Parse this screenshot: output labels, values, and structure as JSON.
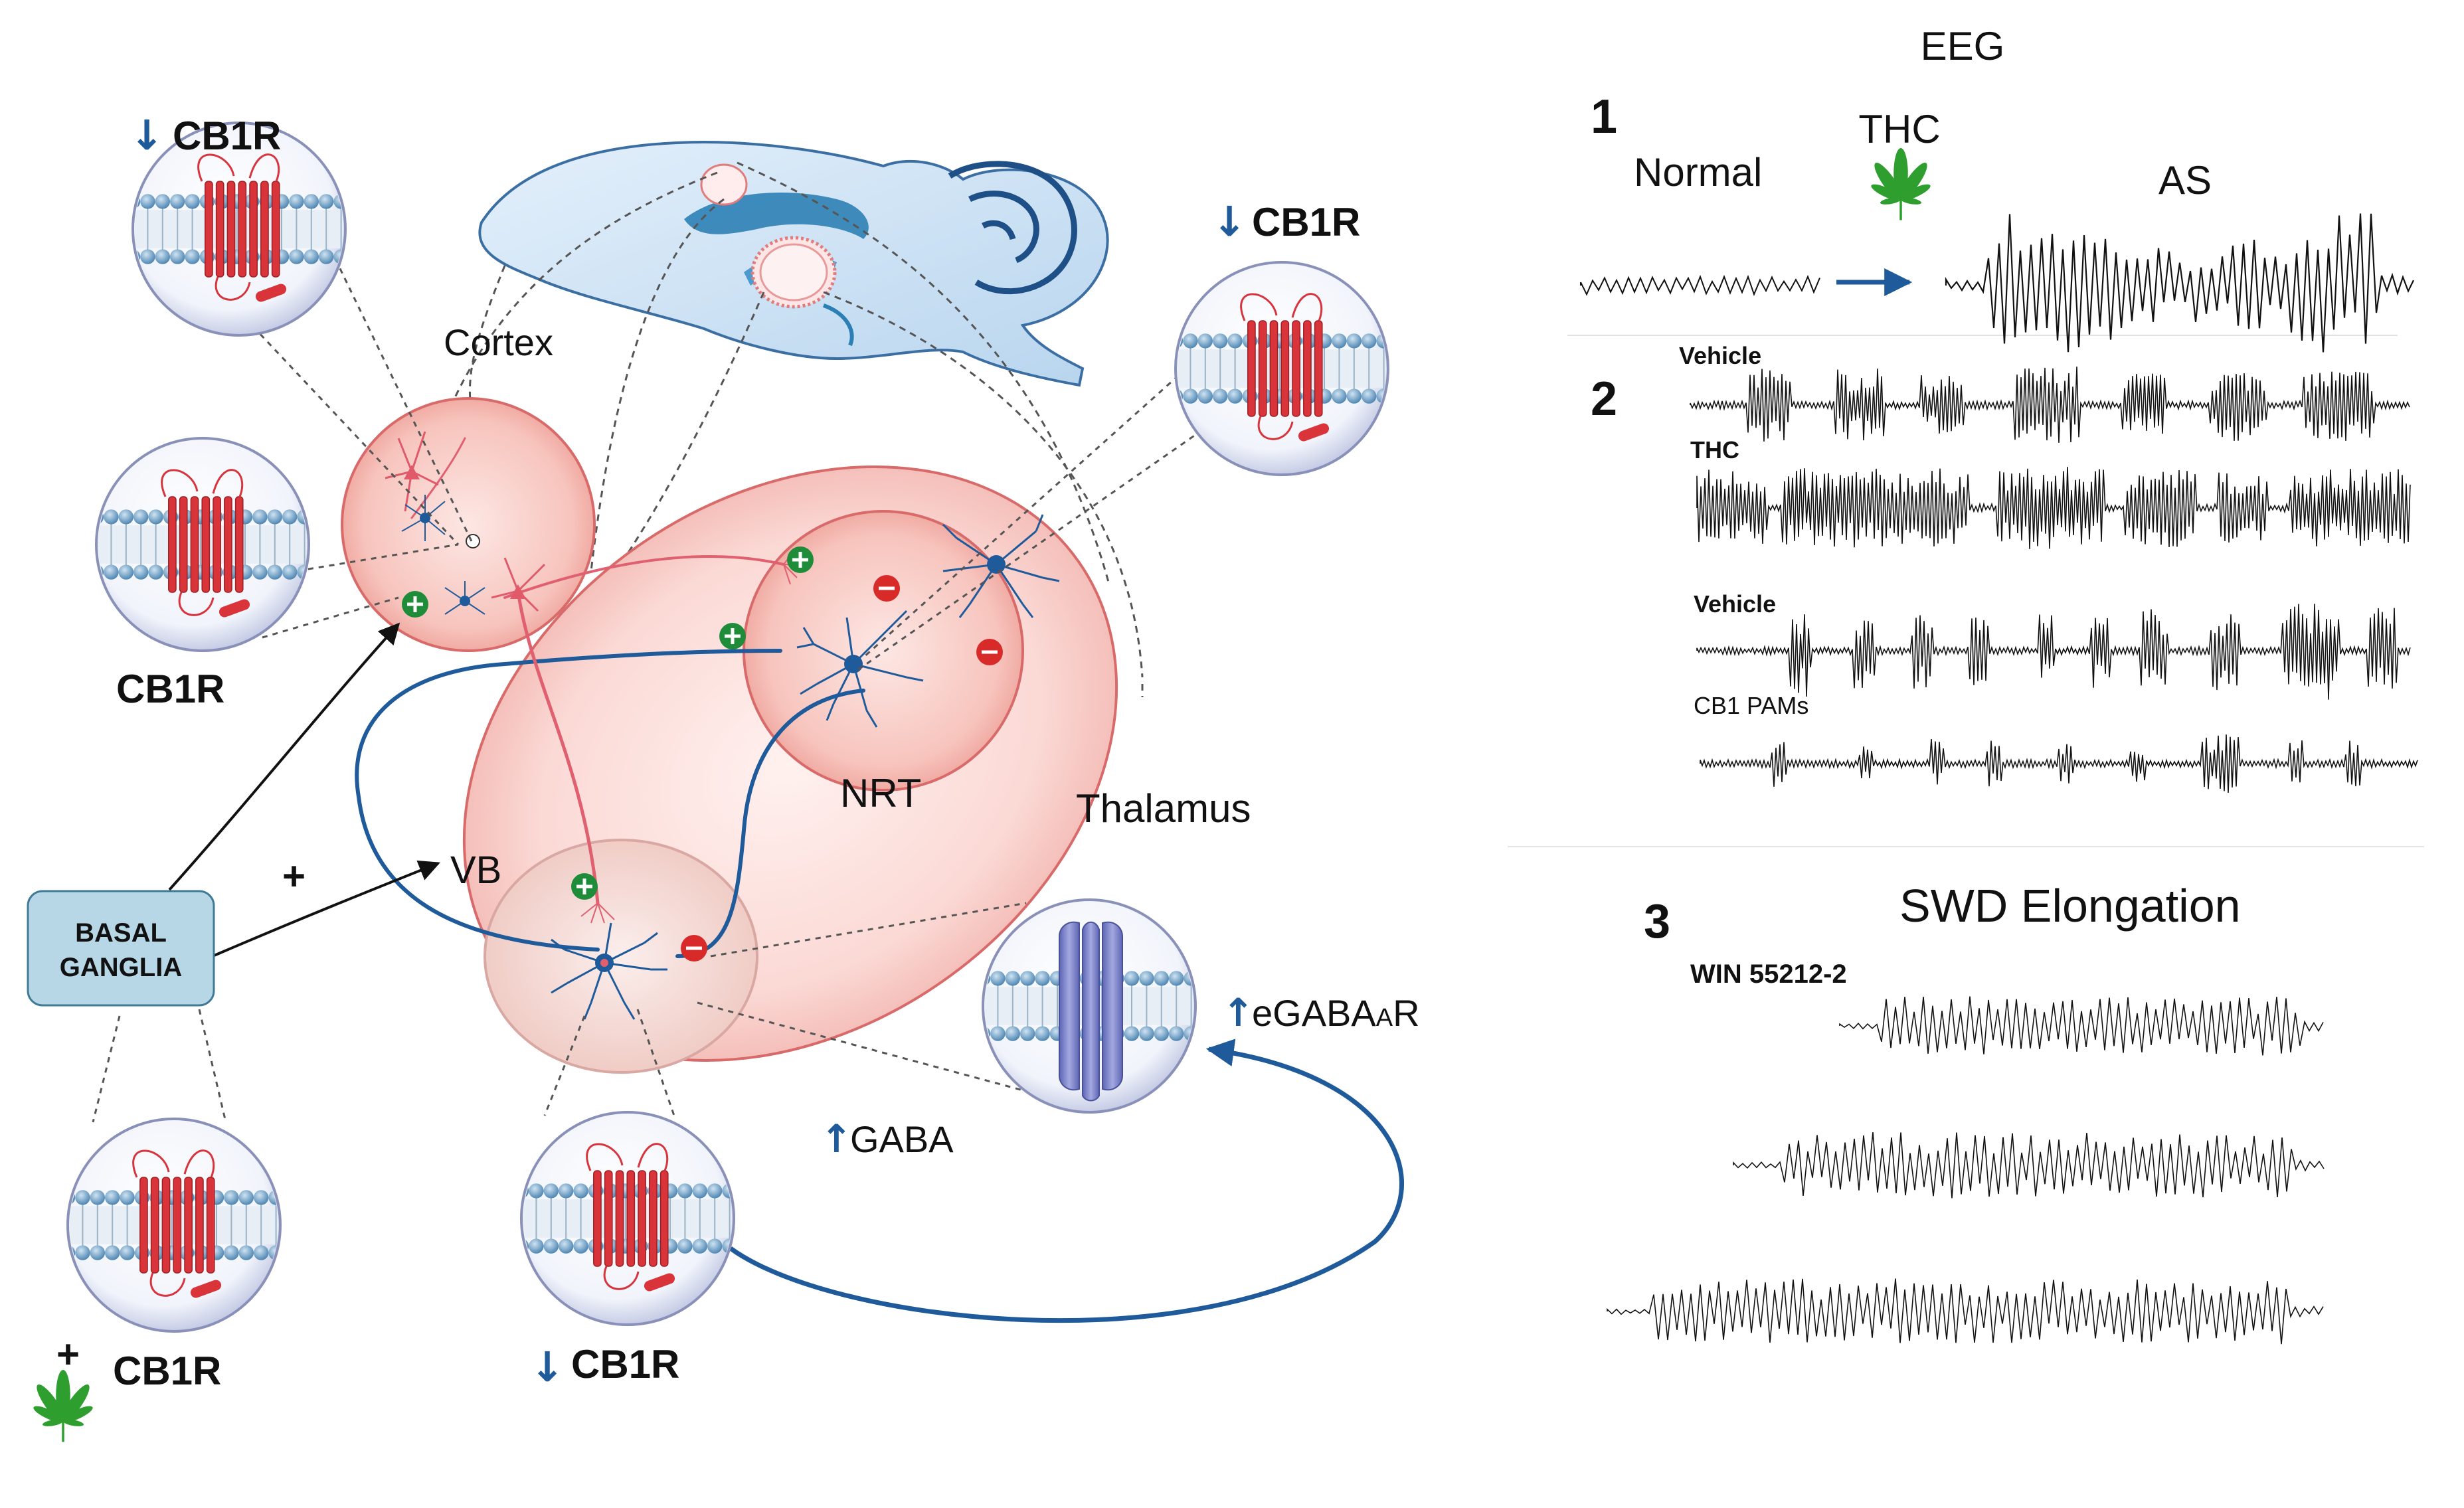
{
  "left_panel": {
    "cortex_label": "Cortex",
    "thalamus_label": "Thalamus",
    "nrt_label": "NRT",
    "vb_label": "VB",
    "basal_ganglia_line1": "BASAL",
    "basal_ganglia_line2": "GANGLIA",
    "plus_sign": "+",
    "cb1r": "CB1R",
    "egabaar_prefix": "eGABA",
    "egabaar_sub": "A",
    "egabaar_suffix": "R",
    "gaba": "GABA",
    "receptor_up_arrow": "↑",
    "receptor_down_arrow": "↓"
  },
  "eeg_panel": {
    "title": "EEG",
    "section1_number": "1",
    "section1_normal": "Normal",
    "section1_thc": "THC",
    "section1_as": "AS",
    "section2_number": "2",
    "trace_vehicle_1": "Vehicle",
    "trace_thc": "THC",
    "trace_vehicle_2": "Vehicle",
    "trace_cb1_pams": "CB1 PAMs",
    "section3_number": "3",
    "section3_title": "SWD Elongation",
    "section3_drug": "WIN 55212-2"
  },
  "colors": {
    "blue_path": "#1f5a9a",
    "red_path": "#e06070",
    "plus_badge": "#1f8c3a",
    "minus_badge": "#d92a2a",
    "membrane_head": "#6ea4c9",
    "receptor_red": "#d8343a",
    "gaba_receptor": "#7a82c8",
    "basal_box": "#b7d7e6",
    "leaf_green": "#2e9e2e"
  }
}
